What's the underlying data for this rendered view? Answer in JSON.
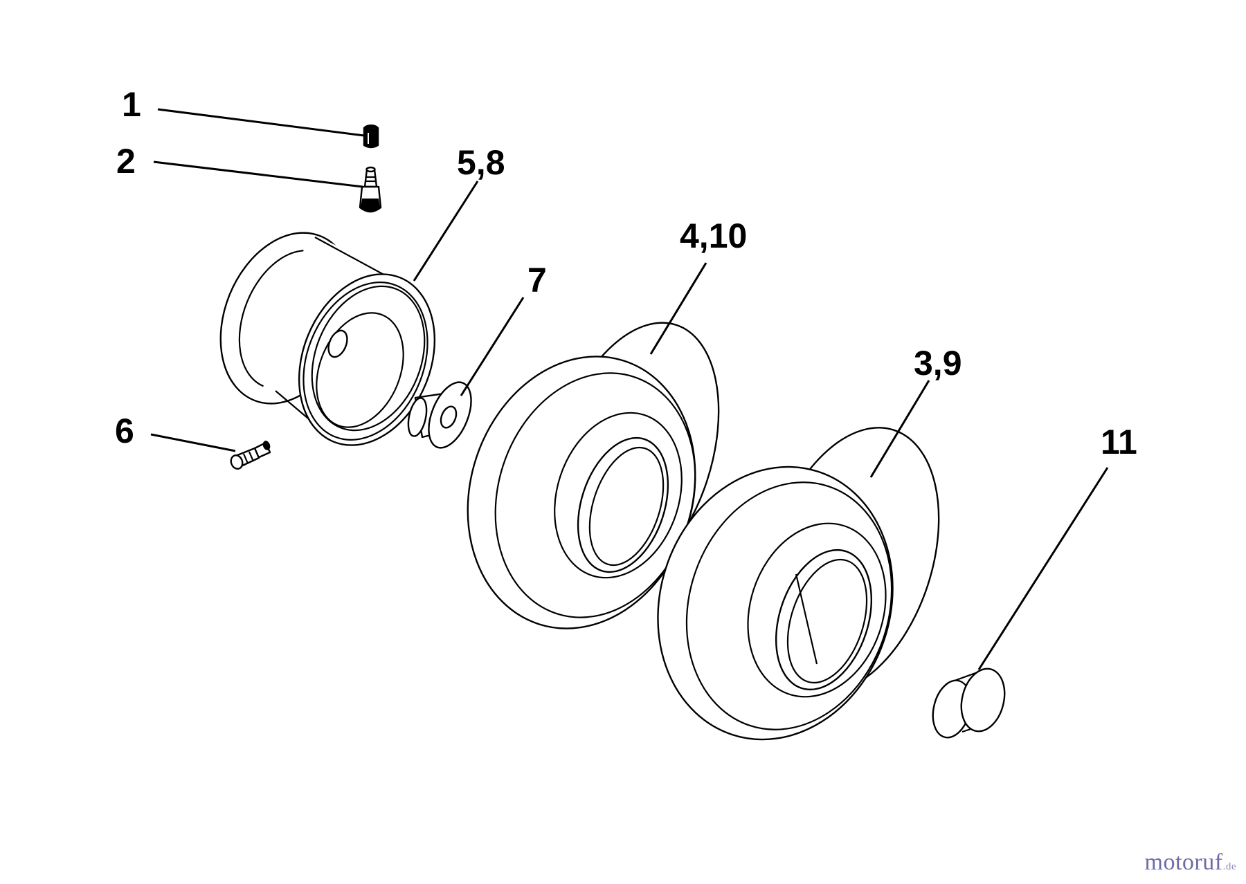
{
  "callouts": [
    {
      "id": "1",
      "label": "1",
      "part": "valve-cap"
    },
    {
      "id": "2",
      "label": "2",
      "part": "tire-valve-stem"
    },
    {
      "id": "3",
      "label": "5,8",
      "part": "wheel-rim"
    },
    {
      "id": "4",
      "label": "7",
      "part": "bushing"
    },
    {
      "id": "5",
      "label": "4,10",
      "part": "tire"
    },
    {
      "id": "6",
      "label": "3,9",
      "part": "tire"
    },
    {
      "id": "7",
      "label": "11",
      "part": "hub-cap"
    },
    {
      "id": "8",
      "label": "6",
      "part": "grease-fitting"
    }
  ],
  "watermark": {
    "main": "motoruf",
    "tld": ".de",
    "color": "#6e6aa8"
  },
  "colors": {
    "line": "#000000",
    "background": "#ffffff"
  }
}
